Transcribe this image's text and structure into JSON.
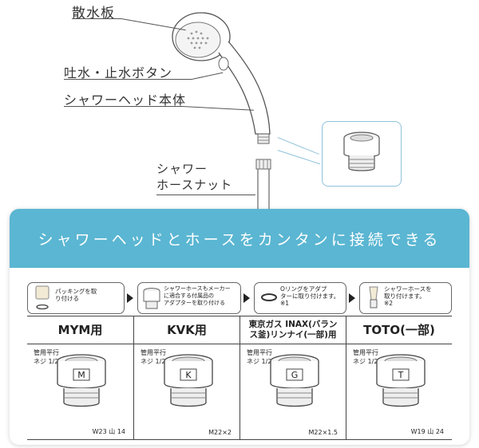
{
  "callouts": {
    "spray_plate": "散水板",
    "water_button": "吐水・止水ボタン",
    "shower_head_body": "シャワーヘッド本体",
    "hose_nut": "シャワー\nホースナット"
  },
  "banner": {
    "title": "シャワーヘッドとホースをカンタンに接続できる"
  },
  "steps": [
    {
      "text": "パッキングを取\nり付ける"
    },
    {
      "text": "シャワーホースもメーカー\nに適合する付属品の\nアダプターを取り付ける"
    },
    {
      "text": "Oリングをアダプ\nターに取り付けます。\n※1"
    },
    {
      "text": "シャワーホースを\n取り付けます。\n※2"
    }
  ],
  "adapters": [
    {
      "maker": "MYM用",
      "spec": "管用平行\nネジ 1/2",
      "letter": "M",
      "thread": "W23 山 14"
    },
    {
      "maker": "KVK用",
      "spec": "管用平行\nネジ 1/2",
      "letter": "K",
      "thread": "M22×2"
    },
    {
      "maker": "東京ガス INAX(バラン\nス釜)リンナイ(一部)用",
      "spec": "管用平行\nネジ 1/2",
      "letter": "G",
      "thread": "M22×1.5"
    },
    {
      "maker": "TOTO(一部)",
      "spec": "管用平行\nネジ 1/2",
      "letter": "T",
      "thread": "W19 山 24"
    }
  ]
}
